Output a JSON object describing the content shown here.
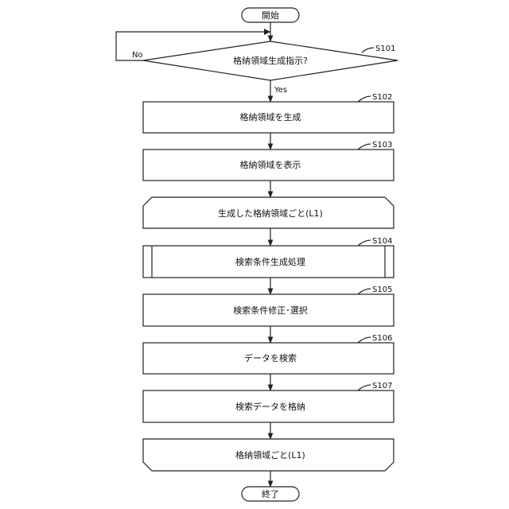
{
  "flowchart": {
    "start": "開始",
    "decision": {
      "text": "格納領域生成指示?",
      "step": "S101",
      "no": "No",
      "yes": "Yes"
    },
    "s102": {
      "text": "格納領域を生成",
      "step": "S102"
    },
    "s103": {
      "text": "格納領域を表示",
      "step": "S103"
    },
    "loop_start": {
      "text": "生成した格納領域ごと(L1)"
    },
    "s104": {
      "text": "検索条件生成処理",
      "step": "S104"
    },
    "s105": {
      "text": "検索条件修正･選択",
      "step": "S105"
    },
    "s106": {
      "text": "データを検索",
      "step": "S106"
    },
    "s107": {
      "text": "検索データを格納",
      "step": "S107"
    },
    "loop_end": {
      "text": "格納領域ごと(L1)"
    },
    "end": "終了"
  }
}
